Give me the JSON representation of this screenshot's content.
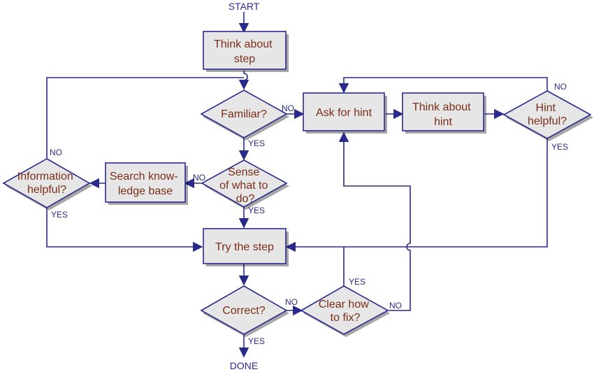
{
  "terminals": {
    "start": "START",
    "done": "DONE"
  },
  "nodes": {
    "think_step": [
      "Think about",
      "step"
    ],
    "familiar": [
      "Familiar?"
    ],
    "ask_hint": [
      "Ask for hint"
    ],
    "think_hint": [
      "Think about",
      "hint"
    ],
    "hint_helpful": [
      "Hint",
      "helpful?"
    ],
    "sense": [
      "Sense",
      "of what to",
      "do?"
    ],
    "search_kb": [
      "Search know-",
      "ledge base"
    ],
    "info_helpful": [
      "Information",
      "helpful?"
    ],
    "try_step": [
      "Try the step"
    ],
    "correct": [
      "Correct?"
    ],
    "clear_fix": [
      "Clear how",
      "to fix?"
    ]
  },
  "edge_labels": {
    "familiar_no": "NO",
    "familiar_yes": "YES",
    "hint_no": "NO",
    "hint_yes": "YES",
    "sense_no": "NO",
    "sense_yes": "YES",
    "info_no": "NO",
    "info_yes": "YES",
    "correct_no": "NO",
    "correct_yes": "YES",
    "clear_yes": "YES",
    "clear_no": "NO"
  },
  "colors": {
    "line": "#2a2a8c",
    "node_fill": "#e6e6e6",
    "node_text": "#7a2e1a"
  }
}
